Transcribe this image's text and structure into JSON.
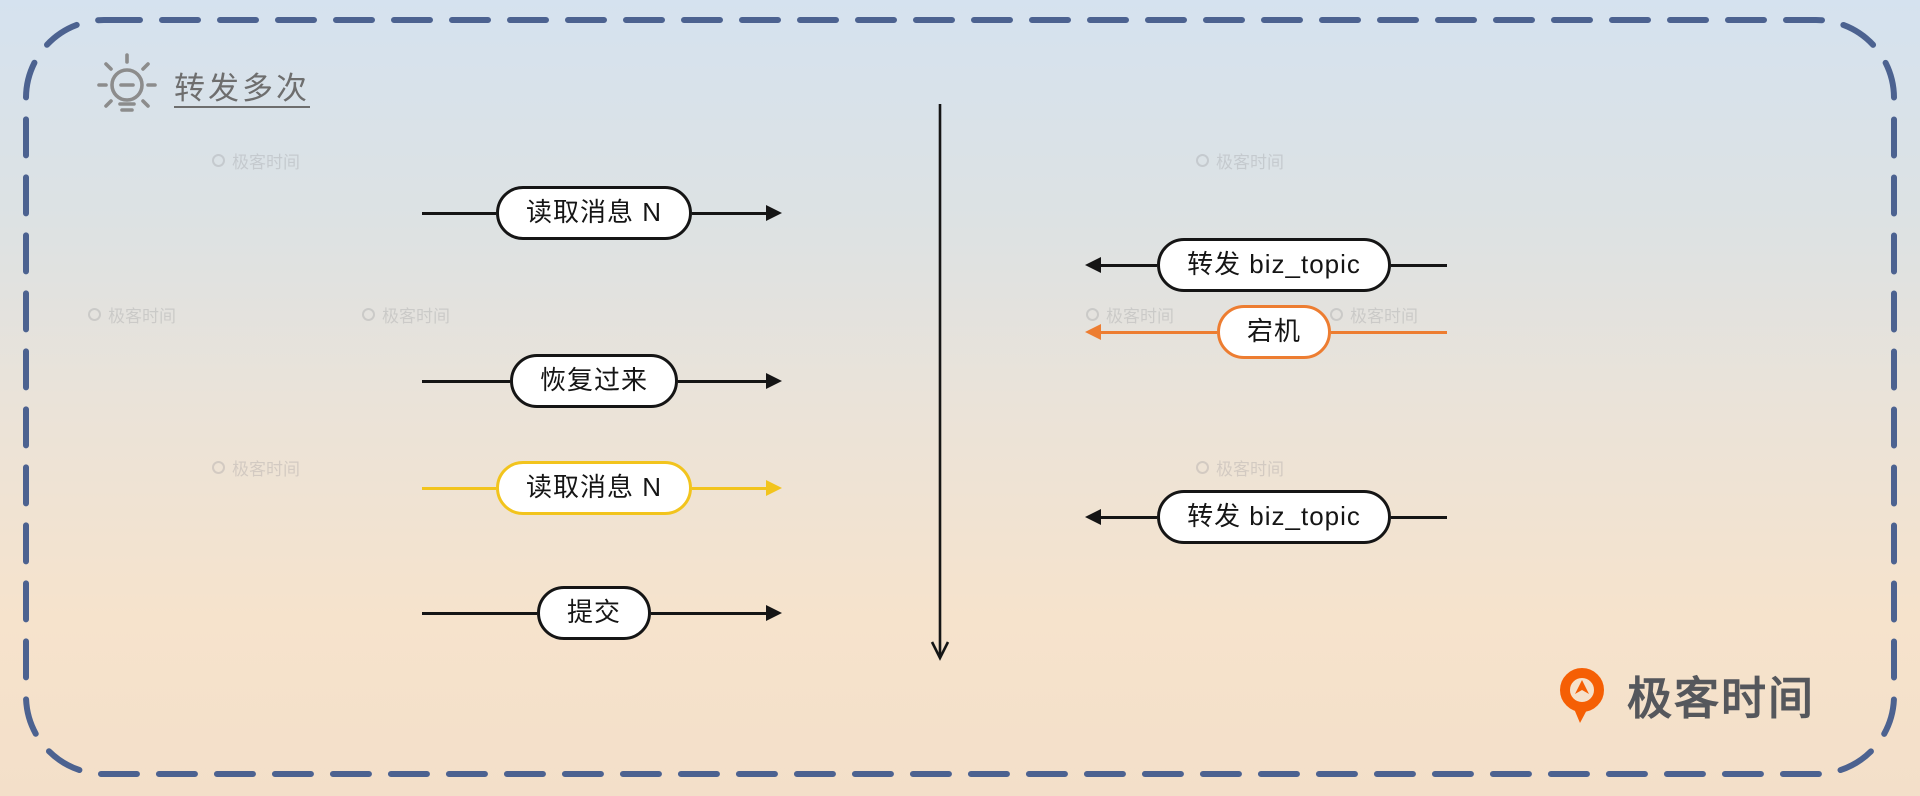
{
  "page": {
    "title": "转发多次",
    "watermark_text": "极客时间",
    "brand": {
      "logo_text": "极客时间"
    }
  },
  "left_flow": {
    "direction": "arrows point right",
    "rows": [
      {
        "label": "读取消息 N",
        "variant": "black"
      },
      {
        "label": "恢复过来",
        "variant": "black"
      },
      {
        "label": "读取消息 N",
        "variant": "yellow"
      },
      {
        "label": "提交",
        "variant": "black"
      }
    ]
  },
  "right_flow": {
    "direction": "arrows point left",
    "rows": [
      {
        "label": "转发 biz_topic",
        "variant": "black"
      },
      {
        "label": "宕机",
        "variant": "orange"
      },
      {
        "label": "转发 biz_topic",
        "variant": "black"
      }
    ]
  },
  "timeline": {
    "orientation": "vertical",
    "arrow": "down"
  },
  "colors": {
    "frame_dash": "#4c6290",
    "flow_black": "#151515",
    "accent_yellow": "#f2c41d",
    "accent_orange": "#ed7d31",
    "brand_orange": "#f55f04",
    "bg_top": "#d5e2ef",
    "bg_bottom": "#f3dfc9"
  }
}
